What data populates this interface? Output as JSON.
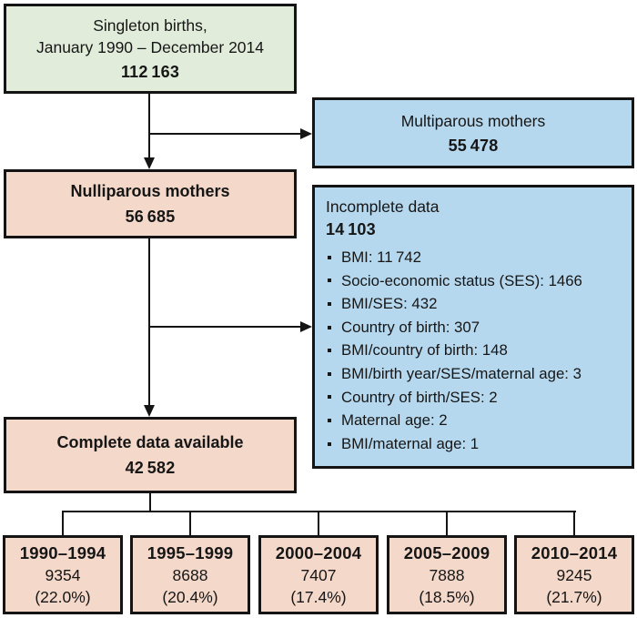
{
  "colors": {
    "green_fill": "#e1edda",
    "blue_fill": "#b6d8ee",
    "pink_fill": "#f4d8c9",
    "border": "#141414"
  },
  "singleton": {
    "line1": "Singleton births,",
    "line2": "January 1990 – December 2014",
    "count": "112 163"
  },
  "multiparous": {
    "label": "Multiparous mothers",
    "count": "55 478"
  },
  "nulliparous": {
    "label": "Nulliparous mothers",
    "count": "56 685"
  },
  "incomplete": {
    "label": "Incomplete data",
    "count": "14 103",
    "items": [
      "BMI: 11 742",
      "Socio-economic status (SES): 1466",
      "BMI/SES: 432",
      "Country of birth: 307",
      "BMI/country of birth: 148",
      "BMI/birth year/SES/maternal age: 3",
      "Country of birth/SES: 2",
      "Maternal age: 2",
      "BMI/maternal age: 1"
    ]
  },
  "complete": {
    "label": "Complete data available",
    "count": "42 582"
  },
  "periods": [
    {
      "range": "1990–1994",
      "count": "9354",
      "percent": "(22.0%)"
    },
    {
      "range": "1995–1999",
      "count": "8688",
      "percent": "(20.4%)"
    },
    {
      "range": "2000–2004",
      "count": "7407",
      "percent": "(17.4%)"
    },
    {
      "range": "2005–2009",
      "count": "7888",
      "percent": "(18.5%)"
    },
    {
      "range": "2010–2014",
      "count": "9245",
      "percent": "(21.7%)"
    }
  ]
}
